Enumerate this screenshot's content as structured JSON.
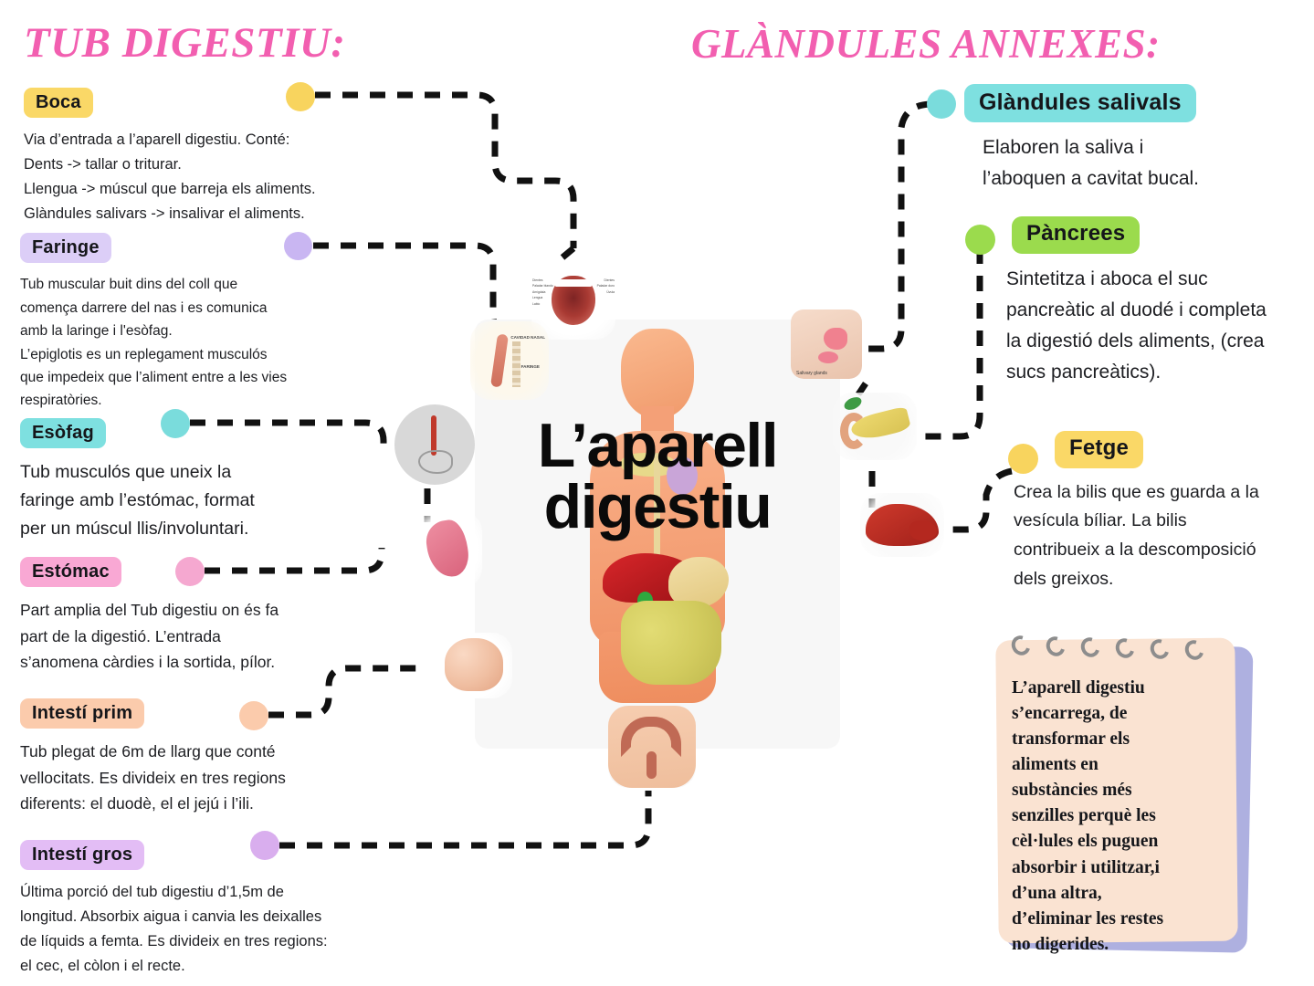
{
  "headings": {
    "left": "TUB DIGESTIU:",
    "right": "GLÀNDULES ANNEXES:"
  },
  "center": {
    "title": "L’aparell\ndigestiu"
  },
  "colors": {
    "heading_pink": "#F25FB0",
    "boca_yellow": "#FAD867",
    "faringe_lavender": "#DCCEF7",
    "esofag_cyan": "#7EE0E0",
    "estomac_pink": "#F9A8D4",
    "intesti_prim_peach": "#FBCBAC",
    "intesti_gros_purple": "#E3BDF5",
    "salivals_cyan": "#7EE0E0",
    "pancrees_green": "#9BDB4D",
    "fetge_yellow": "#FAD867",
    "dot_yellow": "#F8D45E",
    "dot_lavender": "#C9B6F2",
    "dot_cyan": "#7ADCDC",
    "dot_pink": "#F5A8D0",
    "dot_peach": "#FBCBAC",
    "dot_purple": "#D9AEEE",
    "dot_green": "#9BDB4D",
    "connector_black": "#111111",
    "notepad_paper": "#FAE3D2",
    "notepad_back": "#AEB0E0"
  },
  "tub_digestiu": [
    {
      "id": "boca",
      "label": "Boca",
      "text": "Via d’entrada a l’aparell digestiu. Conté:\nDents -> tallar o triturar.\nLlengua -> múscul que barreja els aliments.\nGlàndules salivars -> insalivar el aliments."
    },
    {
      "id": "faringe",
      "label": "Faringe",
      "text": "Tub muscular buit dins del coll que\ncomença darrere del nas i es comunica\namb la laringe i l'esòfag.\nL’epiglotis es un replegament musculós\nque impedeix que l’aliment entre a les vies\nrespiratòries."
    },
    {
      "id": "esofag",
      "label": "Esòfag",
      "text": "Tub musculós que uneix la\nfaringe amb l’estómac, format\nper un múscul llis/involuntari."
    },
    {
      "id": "estomac",
      "label": "Estómac",
      "text": "Part amplia del Tub digestiu on és fa\npart de la digestió. L’entrada\ns’anomena càrdies i la sortida, pílor."
    },
    {
      "id": "intesti-prim",
      "label": "Intestí prim",
      "text": "Tub plegat de 6m de llarg que conté\nvellocitats. Es divideix en tres regions\ndiferents: el duodè, el el jejú i l’ili."
    },
    {
      "id": "intesti-gros",
      "label": "Intestí gros",
      "text": "Última porció del tub digestiu d’1,5m de\nlongitud. Absorbix aigua i canvia les deixalles\nde líquids a femta. Es divideix en tres regions:\nel cec, el còlon i el recte."
    }
  ],
  "glandules_annexes": [
    {
      "id": "glandules-salivals",
      "label": "Glàndules salivals",
      "text": "Elaboren la saliva i\nl’aboquen a cavitat bucal."
    },
    {
      "id": "pancrees",
      "label": "Pàncrees",
      "text": "Sintetitza i aboca el suc\npancreàtic al duodé i completa\nla digestió dels aliments, (crea\nsucs pancreàtics)."
    },
    {
      "id": "fetge",
      "label": "Fetge",
      "text": "Crea la bilis que es guarda a la\nvesícula bíliar. La bilis\ncontribueix a la descomposició\ndels greixos."
    }
  ],
  "notepad": {
    "text": "L’aparell digestiu\ns’encarrega, de\ntransformar els\naliments en\nsubstàncies més\nsenzilles perquè les\ncèl·lules els puguen\nabsorbir i utilitzar,i\nd’una altra,\nd’eliminar les restes\nno digerides."
  },
  "thumbnail_microlabels": {
    "mouth_left": "Dientes\nPaladar blando\nAmígdala\nLengua\nLabio",
    "mouth_right": "Dientes\nPaladar duro\nÚvula",
    "pharynx_top": "CAVIDAD NASAL",
    "pharynx_bottom": "FARINGE",
    "salivary_caption": "Salivary glands"
  }
}
